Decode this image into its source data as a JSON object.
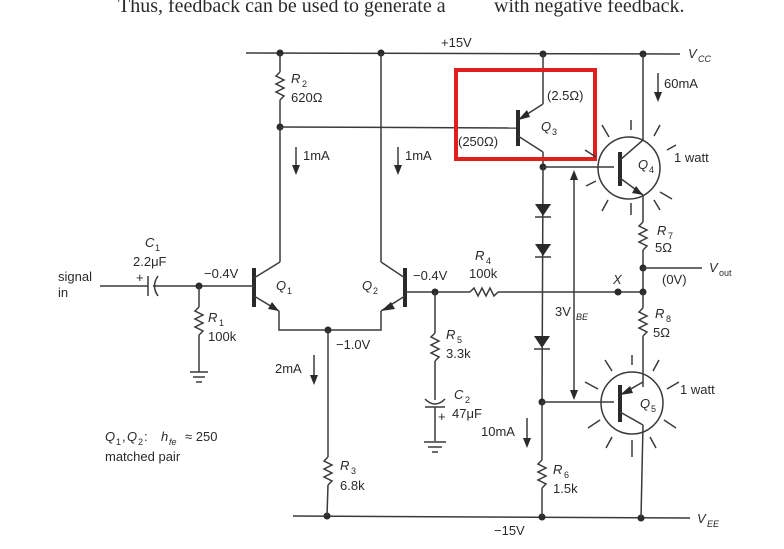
{
  "header_text": {
    "left": "Thus, feedback can be used to generate a",
    "right": "with negative feedback."
  },
  "rails": {
    "top_voltage": "+15V",
    "top_name": "V",
    "top_sub": "CC",
    "bottom_voltage": "−15V",
    "bottom_name": "V",
    "bottom_sub": "EE"
  },
  "input": {
    "line1": "signal",
    "line2": "in"
  },
  "output": {
    "name": "V",
    "sub": "out",
    "voltage": "(0V)",
    "node": "X"
  },
  "components": {
    "R1": {
      "name": "R",
      "sub": "1",
      "value": "100k"
    },
    "R2": {
      "name": "R",
      "sub": "2",
      "value": "620Ω"
    },
    "R3": {
      "name": "R",
      "sub": "3",
      "value": "6.8k"
    },
    "R4": {
      "name": "R",
      "sub": "4",
      "value": "100k"
    },
    "R5": {
      "name": "R",
      "sub": "5",
      "value": "3.3k"
    },
    "R6": {
      "name": "R",
      "sub": "6",
      "value": "1.5k"
    },
    "R7": {
      "name": "R",
      "sub": "7",
      "value": "5Ω"
    },
    "R8": {
      "name": "R",
      "sub": "8",
      "value": "5Ω"
    },
    "C1": {
      "name": "C",
      "sub": "1",
      "value": "2.2μF",
      "polarity": "+"
    },
    "C2": {
      "name": "C",
      "sub": "2",
      "value": "47μF",
      "polarity": "+"
    },
    "Q1": {
      "name": "Q",
      "sub": "1"
    },
    "Q2": {
      "name": "Q",
      "sub": "2"
    },
    "Q3": {
      "name": "Q",
      "sub": "3",
      "emitter_note": "(2.5Ω)",
      "base_note": "(250Ω)"
    },
    "Q4": {
      "name": "Q",
      "sub": "4",
      "power": "1 watt"
    },
    "Q5": {
      "name": "Q",
      "sub": "5",
      "power": "1 watt"
    }
  },
  "annotations": {
    "q1_base_v": "−0.4V",
    "q2_base_v": "−0.4V",
    "emitter_v": "−1.0V",
    "i_q1": "1mA",
    "i_q2": "1mA",
    "i_tail": "2mA",
    "i_q4": "60mA",
    "i_r6": "10mA",
    "vbe_mult": "3V",
    "vbe_sub": "BE",
    "pair_note_q": "Q",
    "pair_note_sub1": "1",
    "pair_note_sub2": "2",
    "pair_note_hfe": "h",
    "pair_note_hfe_sub": "fe",
    "pair_note_value": "≈ 250",
    "pair_note_line2": "matched pair"
  },
  "highlight": {
    "target": "Q3",
    "color": "#e0201e"
  },
  "colors": {
    "ink": "#2a2a2a",
    "highlight": "#e0201e"
  }
}
